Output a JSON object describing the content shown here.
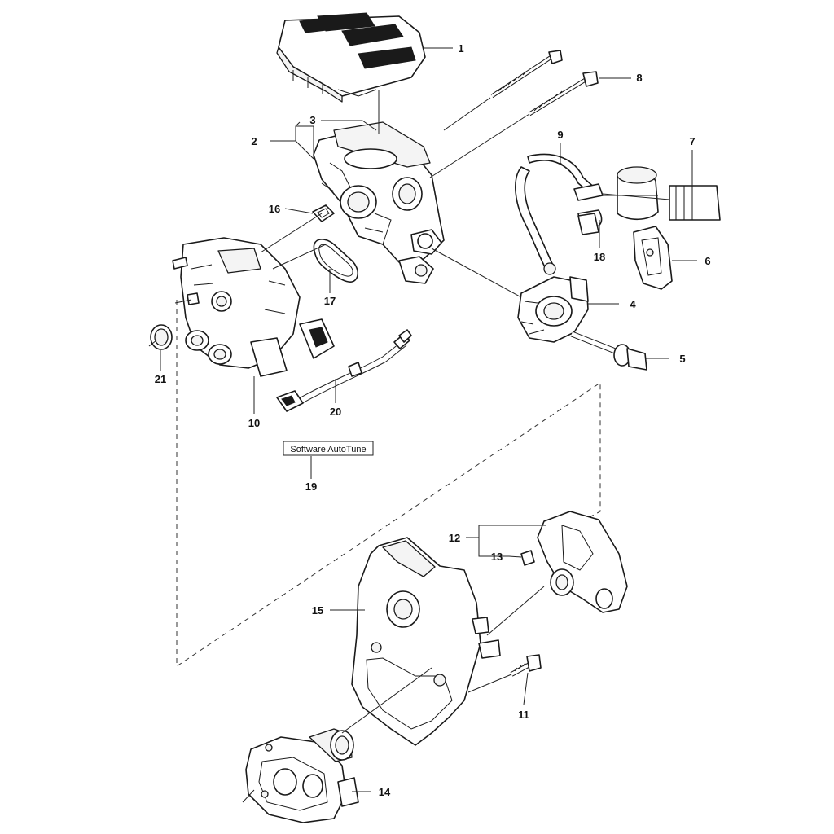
{
  "parts": [
    {
      "num": "1"
    },
    {
      "num": "2"
    },
    {
      "num": "3"
    },
    {
      "num": "4"
    },
    {
      "num": "5"
    },
    {
      "num": "6"
    },
    {
      "num": "7"
    },
    {
      "num": "8"
    },
    {
      "num": "9"
    },
    {
      "num": "10"
    },
    {
      "num": "11"
    },
    {
      "num": "12"
    },
    {
      "num": "13"
    },
    {
      "num": "14"
    },
    {
      "num": "15"
    },
    {
      "num": "16"
    },
    {
      "num": "17"
    },
    {
      "num": "18"
    },
    {
      "num": "19"
    },
    {
      "num": "20"
    },
    {
      "num": "21"
    }
  ],
  "note": {
    "text": "Software AutoTune"
  }
}
